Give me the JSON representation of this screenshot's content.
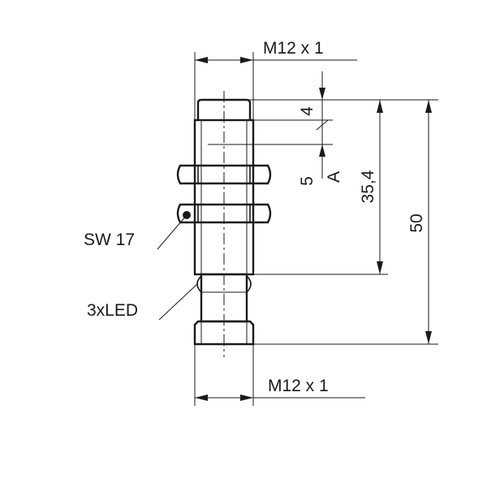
{
  "labels": {
    "top_thread": "M12 x 1",
    "bottom_thread": "M12 x 1",
    "dim_4": "4",
    "dim_5": "5",
    "dim_a": "A",
    "dim_35_4": "35,4",
    "dim_50": "50",
    "wrench_size": "SW 17",
    "led": "3xLED"
  }
}
